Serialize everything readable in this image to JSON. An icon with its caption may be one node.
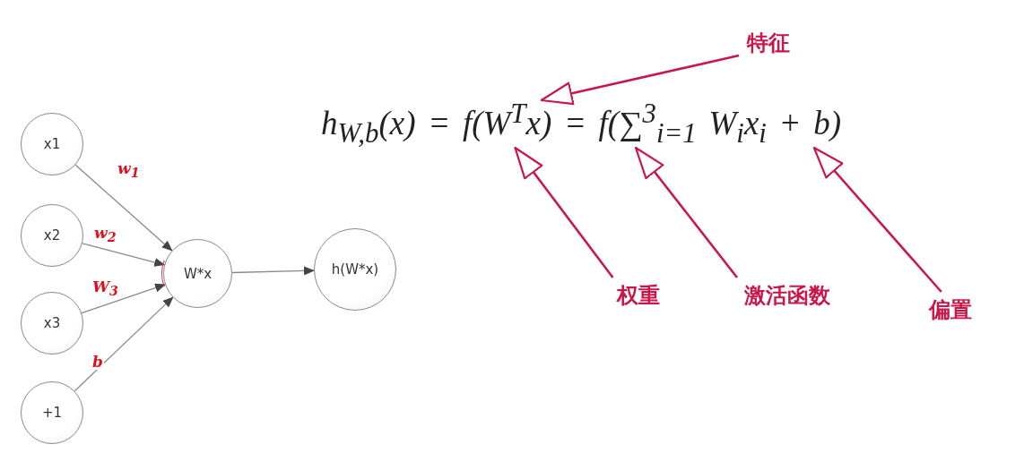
{
  "diagram": {
    "nodes": [
      {
        "text": [
          "x1"
        ]
      },
      {
        "text": [
          "x2"
        ]
      },
      {
        "text": [
          "x3"
        ]
      },
      {
        "text": [
          "+1"
        ]
      },
      {
        "text": [
          "W*x"
        ]
      },
      {
        "text": [
          "h(W*x)"
        ]
      },
      {
        "text": [
          "h$_{W,b}$(x) = f(W$^{T}$x) = f(∑$^{3}$$_{i=1}$ W$_{i}$x$_{i}$ + b)"
        ]
      },
      {
        "text": [
          "特征"
        ]
      },
      {
        "text": [
          "权重"
        ]
      },
      {
        "text": [
          "激活函数"
        ]
      },
      {
        "text": [
          "偏置"
        ]
      }
    ],
    "edges": [
      {
        "from": 0,
        "to": 4,
        "arrow": "to",
        "label": "w$_{1}$"
      },
      {
        "from": 1,
        "to": 4,
        "arrow": "to",
        "label": "w$_{2}$"
      },
      {
        "from": 2,
        "to": 4,
        "arrow": "to",
        "label": "W$_{3}$"
      },
      {
        "from": 3,
        "to": 4,
        "arrow": "to",
        "label": "b"
      },
      {
        "from": 4,
        "to": 5,
        "arrow": "to"
      },
      {
        "from": 7,
        "to": 6,
        "arrow": "to",
        "color": "#c8184a"
      },
      {
        "from": 8,
        "to": 6,
        "arrow": "to",
        "color": "#c8184a"
      },
      {
        "from": 9,
        "to": 6,
        "arrow": "to",
        "color": "#c8184a"
      },
      {
        "from": 10,
        "to": 6,
        "arrow": "to",
        "color": "#c8184a"
      }
    ]
  }
}
